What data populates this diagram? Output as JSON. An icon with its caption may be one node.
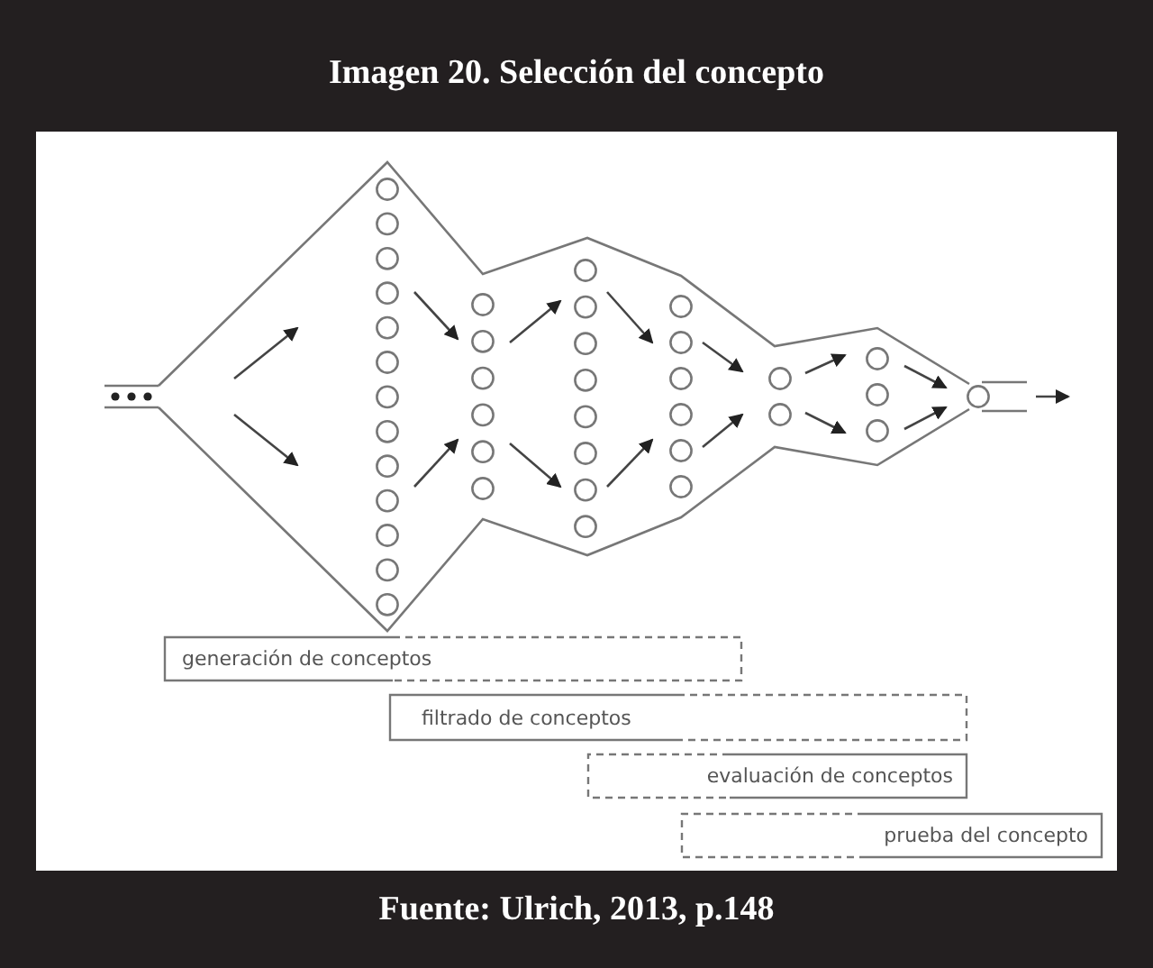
{
  "diagram": {
    "title": "Imagen 20. Selección del concepto",
    "caption": "Fuente: Ulrich, 2013, p.148",
    "nodes": [
      {
        "text": [
          "generación de conceptos"
        ]
      },
      {
        "text": [
          "filtrado de conceptos"
        ]
      },
      {
        "text": [
          "evaluación de conceptos"
        ]
      },
      {
        "text": [
          "prueba del concepto"
        ]
      }
    ]
  }
}
